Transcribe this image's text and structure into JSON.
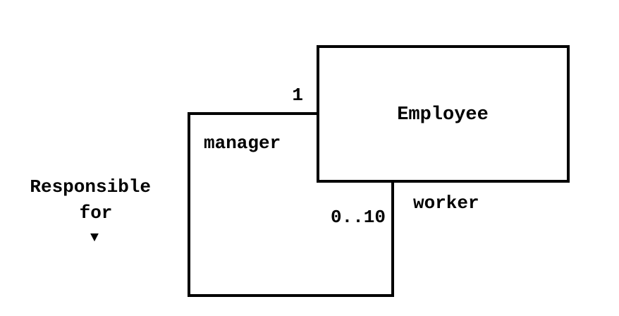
{
  "diagram": {
    "class_name": "Employee",
    "association": {
      "name": "Responsible\nfor",
      "direction_arrow": "▼",
      "roles": {
        "source": {
          "name": "manager",
          "multiplicity": "1"
        },
        "target": {
          "name": "worker",
          "multiplicity": "0..10"
        }
      }
    },
    "colors": {
      "line": "#000000",
      "background": "#ffffff"
    }
  }
}
